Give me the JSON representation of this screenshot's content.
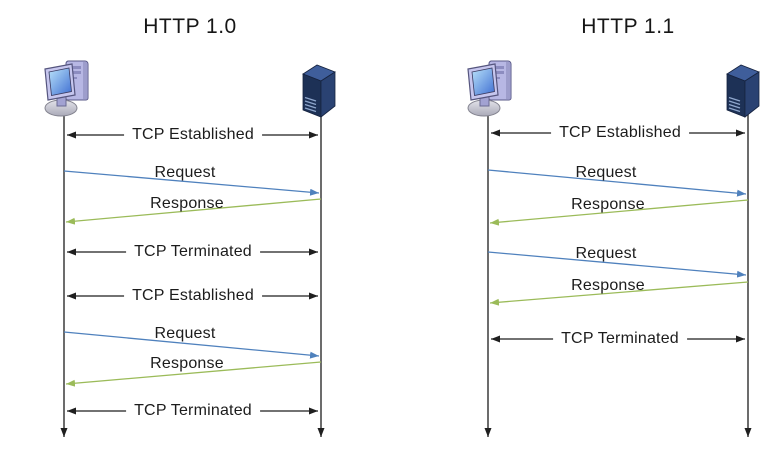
{
  "page": {
    "background": "#ffffff"
  },
  "colors": {
    "request_line": "#4f81bd",
    "response_line": "#9bbb59",
    "tcp_line": "#1f1f1f",
    "lifeline": "#2e2e2e",
    "text": "#1c1c1c"
  },
  "diagrams": [
    {
      "title": "HTTP 1.0",
      "client_icon": "desktop-computer-icon",
      "server_icon": "server-tower-icon",
      "rows": [
        {
          "type": "tcp",
          "label": "TCP Established"
        },
        {
          "type": "request",
          "label": "Request"
        },
        {
          "type": "response",
          "label": "Response"
        },
        {
          "type": "tcp",
          "label": "TCP Terminated"
        },
        {
          "type": "tcp",
          "label": "TCP Established"
        },
        {
          "type": "request",
          "label": "Request"
        },
        {
          "type": "response",
          "label": "Response"
        },
        {
          "type": "tcp",
          "label": "TCP Terminated"
        }
      ]
    },
    {
      "title": "HTTP 1.1",
      "client_icon": "desktop-computer-icon",
      "server_icon": "server-tower-icon",
      "rows": [
        {
          "type": "tcp",
          "label": "TCP Established"
        },
        {
          "type": "request",
          "label": "Request"
        },
        {
          "type": "response",
          "label": "Response"
        },
        {
          "type": "request",
          "label": "Request"
        },
        {
          "type": "response",
          "label": "Response"
        },
        {
          "type": "tcp",
          "label": "TCP Terminated"
        }
      ]
    }
  ]
}
